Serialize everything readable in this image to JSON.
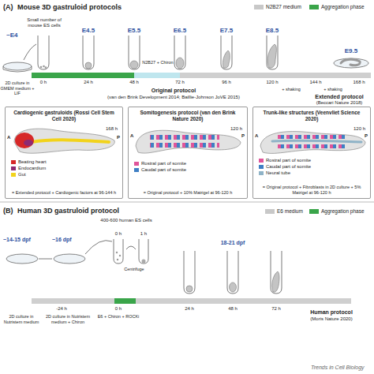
{
  "diagram": {
    "nodes": [
      {
        "text": [
          "Cardiogenic gastruloids (Rossi Cell Stem Cell 2020)",
          "168 h",
          "= Extended protocol + Cardiogenic factors at 96-144 h"
        ]
      },
      {
        "text": [
          "Somitogenesis protocol (van den Brink Nature 2020)",
          "120 h",
          "= Original protocol + 10% Matrigel at 96-120 h"
        ]
      },
      {
        "text": [
          "Trunk-like structures (Veenvliet Science 2020)",
          "120 h",
          "= Original protocol + Fibroblasts in 2D culture + 5% Matrigel at 96-120 h"
        ]
      }
    ],
    "labels": [
      "(A)",
      "Mouse 3D gastruloid protocols",
      "~E4",
      "Small number of mouse ES cells",
      "2D culture in GMEM medium + LIF",
      "E4.5",
      "E5.5",
      "E6.5",
      "E7.5",
      "E8.5",
      "E9.5",
      "0 h",
      "24 h",
      "48 h",
      "72 h",
      "96 h",
      "120 h",
      "144 h",
      "168 h",
      "N2B27 + Chiron",
      "+ shaking",
      "+ shaking",
      "Original protocol",
      "(van den Brink Development 2014; Baillie-Johnson JoVE 2015)",
      "Extended protocol",
      "(Beccari Nature 2018)",
      "A",
      "P",
      "A",
      "P",
      "A",
      "P",
      "(B)",
      "Human 3D gastruloid protocol",
      "~14-15 dpf",
      "~16 dpf",
      "400-600 human ES cells",
      "0 h",
      "1 h",
      "Centrifuge",
      "18-21 dpf",
      "-24 h",
      "0 h",
      "24 h",
      "48 h",
      "72 h",
      "2D culture in Nutristem medium",
      "2D culture in Nutristem medium + Chiron",
      "E6 + Chiron + ROCKi",
      "Human protocol",
      "(Moris Nature 2020)",
      "Trends in Cell Biology"
    ],
    "legend": [
      {
        "text": "N2B27 medium",
        "color": "#c8c8c8"
      },
      {
        "text": "Aggregation phase",
        "color": "#3aa54a"
      },
      {
        "text": "Beating heart",
        "color": "#d62828"
      },
      {
        "text": "Endocardium",
        "color": "#8e2a72"
      },
      {
        "text": "Gut",
        "color": "#f2d31b"
      },
      {
        "text": "Rostral part of somite",
        "color": "#e0559a"
      },
      {
        "text": "Caudal part of somite",
        "color": "#3f7fc4"
      },
      {
        "text": "Rostral part of somite",
        "color": "#e0559a"
      },
      {
        "text": "Caudal part of somite",
        "color": "#3f7fc4"
      },
      {
        "text": "Neural tube",
        "color": "#8fb3c7"
      },
      {
        "text": "E6 medium",
        "color": "#c8c8c8"
      },
      {
        "text": "Aggregation phase",
        "color": "#3aa54a"
      }
    ]
  }
}
